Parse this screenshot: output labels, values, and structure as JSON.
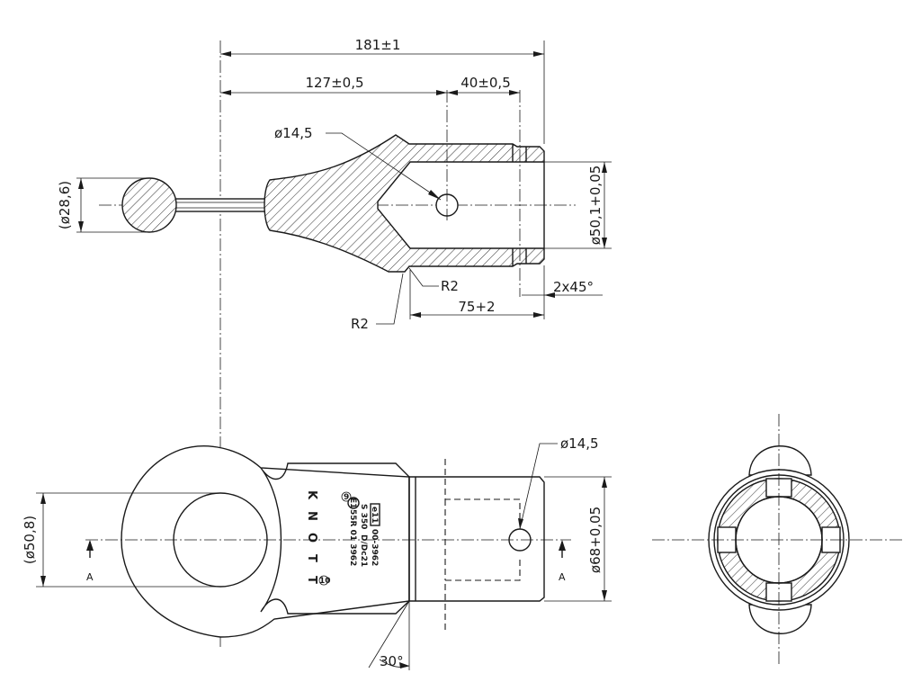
{
  "dimensions": {
    "overall_length": "181±1",
    "length_to_hole": "127±0,5",
    "hole_to_end": "40±0,5",
    "hole_diameter_side": "ø14,5",
    "bar_diameter": "(ø28,6)",
    "bore_diameter": "ø50,1+0,05",
    "radius_inner": "R2",
    "radius_outer": "R2",
    "chamfer": "2x45°",
    "socket_depth": "75+2",
    "hole_diameter_top": "ø14,5",
    "eye_diameter": "(ø50,8)",
    "tube_diameter": "ø68+0,05",
    "angle": "30°"
  },
  "section_labels": {
    "left": "A",
    "right": "A"
  },
  "markings": {
    "brand_letters": [
      "K",
      "N",
      "O",
      "T",
      "T"
    ],
    "stamp_lines": [
      "e11",
      "00-3962",
      "S 350",
      "D/Dc21",
      "55R 01 3962",
      "E1"
    ],
    "stamp_circles": [
      "9",
      "10"
    ]
  }
}
